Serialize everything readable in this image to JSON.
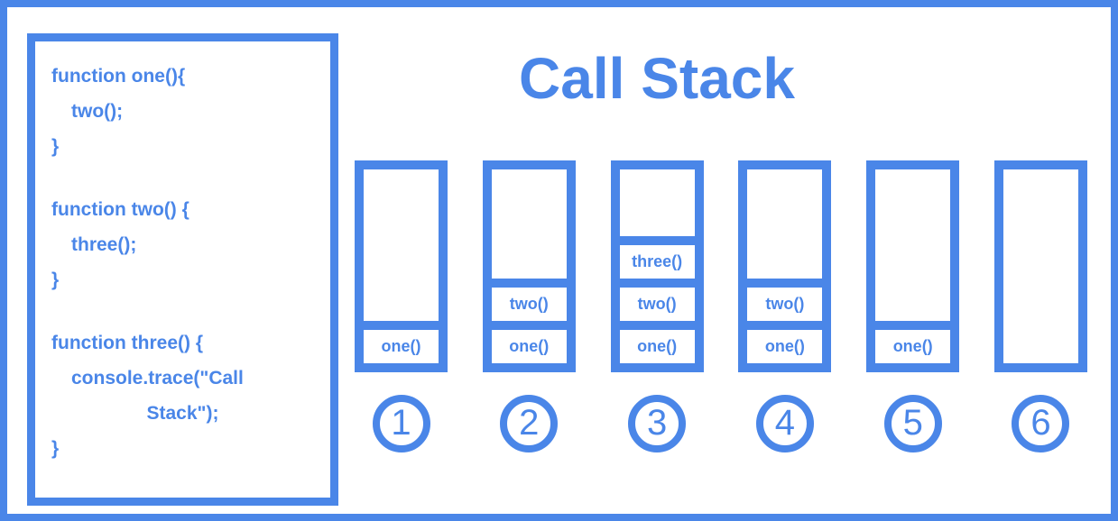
{
  "colors": {
    "primary_blue": "#4a86e8",
    "background": "#ffffff"
  },
  "title": "Call Stack",
  "code_panel": {
    "lines": [
      {
        "text": "function one(){",
        "style": "normal"
      },
      {
        "text": "two();",
        "style": "indent"
      },
      {
        "text": "}",
        "style": "normal"
      },
      {
        "text": "",
        "style": "gap"
      },
      {
        "text": "function two() {",
        "style": "normal"
      },
      {
        "text": "three();",
        "style": "indent"
      },
      {
        "text": "}",
        "style": "normal"
      },
      {
        "text": "",
        "style": "gap"
      },
      {
        "text": "function three() {",
        "style": "normal"
      },
      {
        "text": "console.trace(\"Call",
        "style": "indent"
      },
      {
        "text": "Stack\");",
        "style": "center"
      },
      {
        "text": "}",
        "style": "normal"
      }
    ]
  },
  "stacks": [
    {
      "step": "1",
      "frames": [
        "one()"
      ]
    },
    {
      "step": "2",
      "frames": [
        "two()",
        "one()"
      ]
    },
    {
      "step": "3",
      "frames": [
        "three()",
        "two()",
        "one()"
      ]
    },
    {
      "step": "4",
      "frames": [
        "two()",
        "one()"
      ]
    },
    {
      "step": "5",
      "frames": [
        "one()"
      ]
    },
    {
      "step": "6",
      "frames": []
    }
  ]
}
